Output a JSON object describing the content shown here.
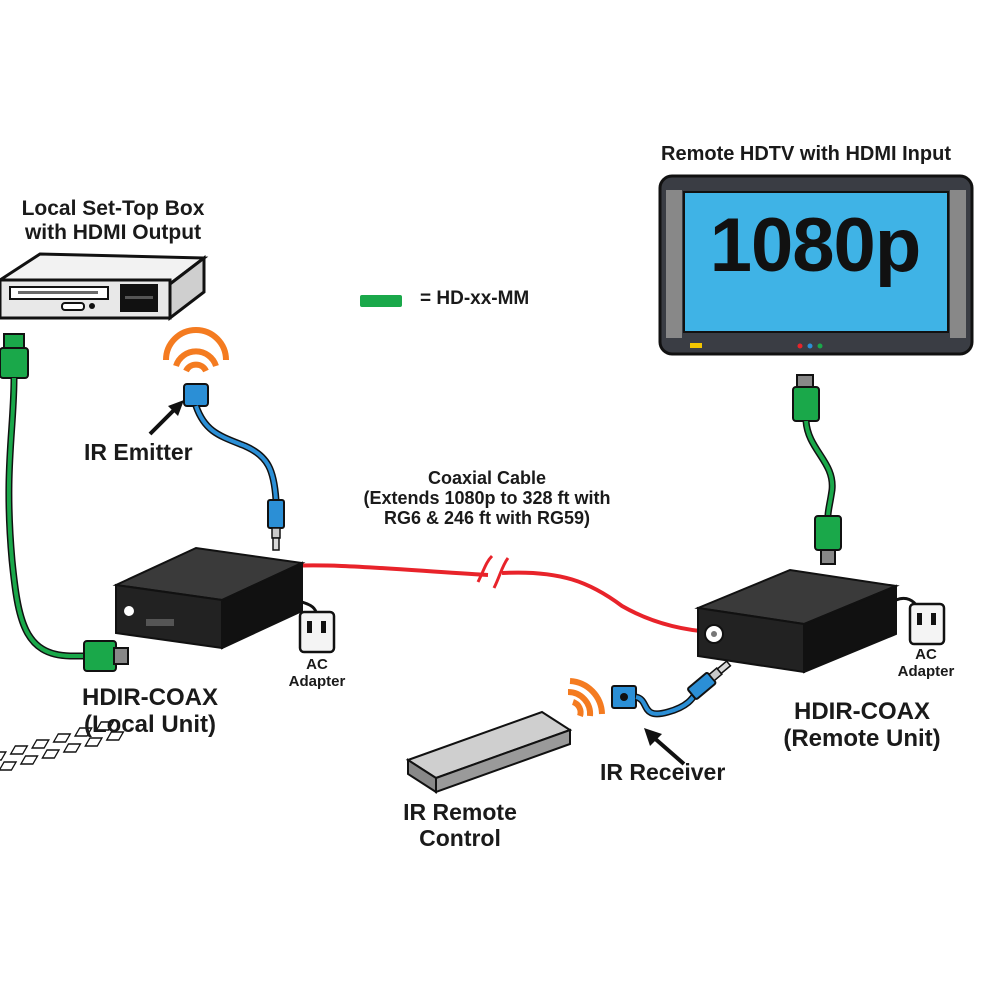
{
  "labels": {
    "set_top_box": [
      "Local Set-Top Box",
      "with HDMI Output"
    ],
    "hdtv": "Remote HDTV with HDMI Input",
    "hdtv_screen": "1080p",
    "legend": "= HD-xx-MM",
    "ir_emitter": "IR Emitter",
    "coax": [
      "Coaxial Cable",
      "(Extends 1080p to 328 ft with",
      "RG6 & 246 ft with RG59)"
    ],
    "local_unit": [
      "HDIR-COAX",
      "(Local Unit)"
    ],
    "remote_unit": [
      "HDIR-COAX",
      "(Remote Unit)"
    ],
    "ac_adapter_local": [
      "AC",
      "Adapter"
    ],
    "ac_adapter_remote": [
      "AC",
      "Adapter"
    ],
    "ir_receiver": "IR Receiver",
    "ir_remote": [
      "IR Remote",
      "Control"
    ]
  },
  "colors": {
    "hdmi_cable": "#1aa84a",
    "ir_cable": "#2b8fd6",
    "coax_cable": "#e8232a",
    "ir_waves": "#f47b20",
    "tv_screen": "#3fb3e6",
    "tv_frame": "#3a3d44",
    "device_body": "#1e1e1e"
  }
}
